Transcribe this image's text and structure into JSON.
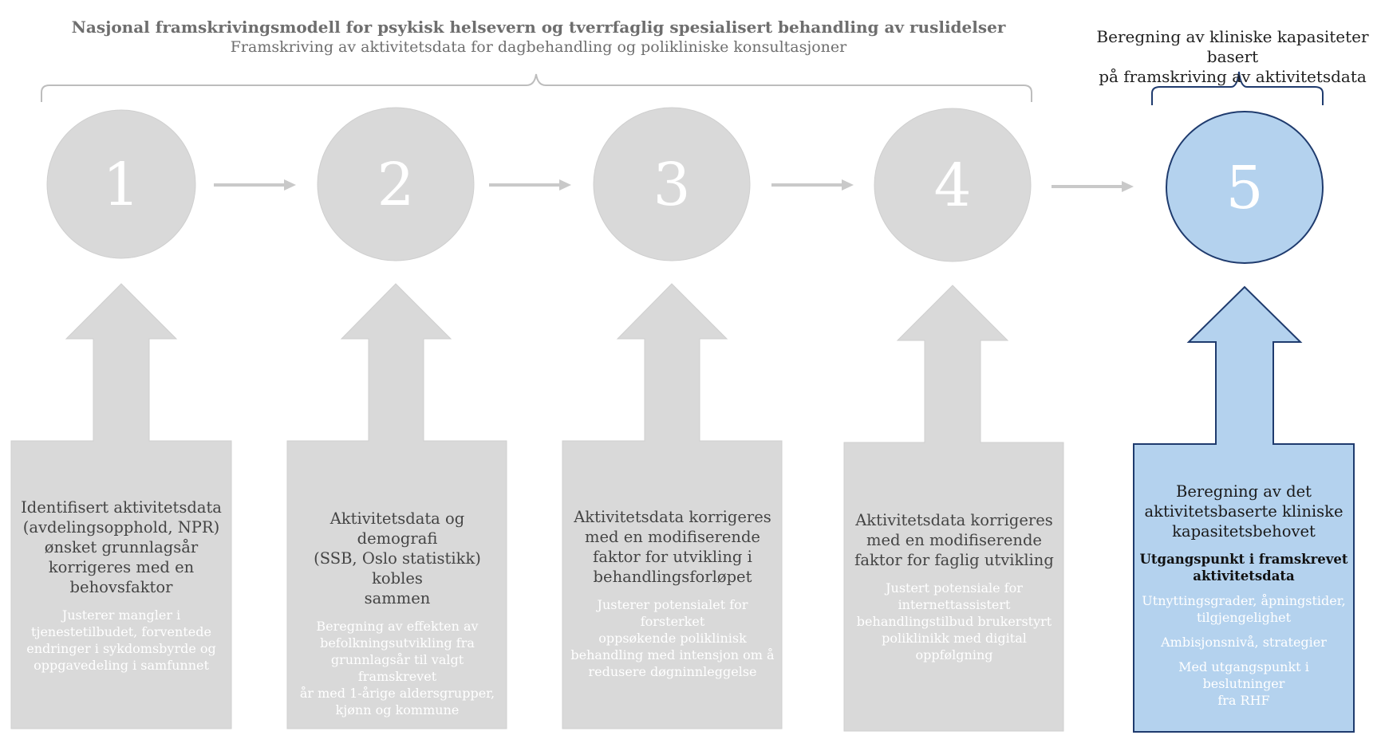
{
  "header": {
    "title": "Nasjonal framskrivingsmodell for psykisk helsevern og tverrfaglig spesialisert behandling av ruslidelser",
    "subtitle": "Framskriving av aktivitetsdata for dagbehandling og polikliniske konsultasjoner"
  },
  "right_header": {
    "line1": "Beregning av kliniske kapasiteter basert",
    "line2": "på framskriving av aktivitetsdata"
  },
  "colors": {
    "grey_shape": "#d9d9d9",
    "grey_arrow": "#c9c9c9",
    "blue_fill": "#b4d2ee",
    "blue_stroke": "#1f3b6e",
    "bracket_grey": "#bdbdbd"
  },
  "steps": [
    {
      "number": "1",
      "main": [
        "Identifisert aktivitetsdata",
        "(avdelingsopphold, NPR)",
        "ønsket grunnlagsår",
        "korrigeres med en",
        "behovsfaktor"
      ],
      "sub": [
        "Justerer mangler i",
        "tjenestetilbudet, forventede",
        "endringer i sykdomsbyrde og",
        "oppgavedeling i samfunnet"
      ]
    },
    {
      "number": "2",
      "main": [
        "Aktivitetsdata og demografi",
        "(SSB, Oslo statistikk) kobles",
        "sammen"
      ],
      "sub": [
        "Beregning av effekten av",
        "befolkningsutvikling fra",
        "grunnlagsår til valgt framskrevet",
        "år med 1-årige aldersgrupper,",
        "kjønn og kommune"
      ]
    },
    {
      "number": "3",
      "main": [
        "Aktivitetsdata korrigeres",
        "med en modifiserende",
        "faktor for utvikling i",
        "behandlingsforløpet"
      ],
      "sub": [
        "Justerer potensialet for forsterket",
        "oppsøkende poliklinisk",
        "behandling med intensjon om å",
        "redusere døgninnleggelse"
      ]
    },
    {
      "number": "4",
      "main": [
        "Aktivitetsdata korrigeres",
        "med en modifiserende",
        "faktor for faglig utvikling"
      ],
      "sub": [
        "Justert potensiale for",
        "internettassistert",
        "behandlingstilbud brukerstyrt",
        "poliklinikk med digital",
        "oppfølgning"
      ]
    },
    {
      "number": "5",
      "main": [
        "Beregning av det",
        "aktivitetsbaserte kliniske",
        "kapasitetsbehovet"
      ],
      "bold": [
        "Utgangspunkt i framskrevet",
        "aktivitetsdata"
      ],
      "sub_groups": [
        [
          "Utnyttingsgrader, åpningstider,",
          "tilgjengelighet"
        ],
        [
          "Ambisjonsnivå, strategier"
        ],
        [
          "Med utgangspunkt i beslutninger",
          "fra RHF"
        ]
      ]
    }
  ]
}
